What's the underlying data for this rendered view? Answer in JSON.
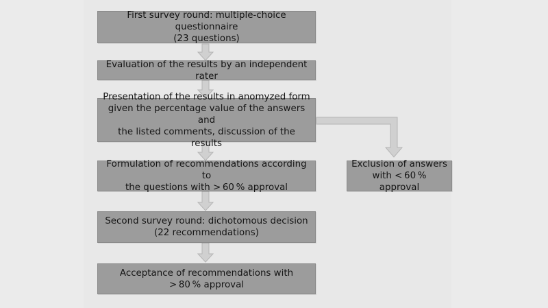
{
  "diagram": {
    "steps": [
      {
        "label": "First survey round: multiple-choice questionnaire\n(23 questions)"
      },
      {
        "label": "Evaluation of the results by an independent rater"
      },
      {
        "label": "Presentation of the results in anomyzed form\ngiven the percentage value of the answers and\nthe listed comments, discussion of the results"
      },
      {
        "label": "Formulation of recommendations according to\nthe questions with > 60 % approval"
      },
      {
        "label": "Second survey round: dichotomous decision\n(22 recommendations)"
      },
      {
        "label": "Acceptance of recommendations with\n> 80 % approval"
      }
    ],
    "side_box": {
      "label": "Exclusion of answers\nwith < 60 % approval"
    }
  },
  "colors": {
    "box_fill": "#9c9c9c",
    "arrow_fill": "#d0d0d0",
    "arrow_stroke": "#b5b5b5",
    "background": "#ebebeb"
  }
}
